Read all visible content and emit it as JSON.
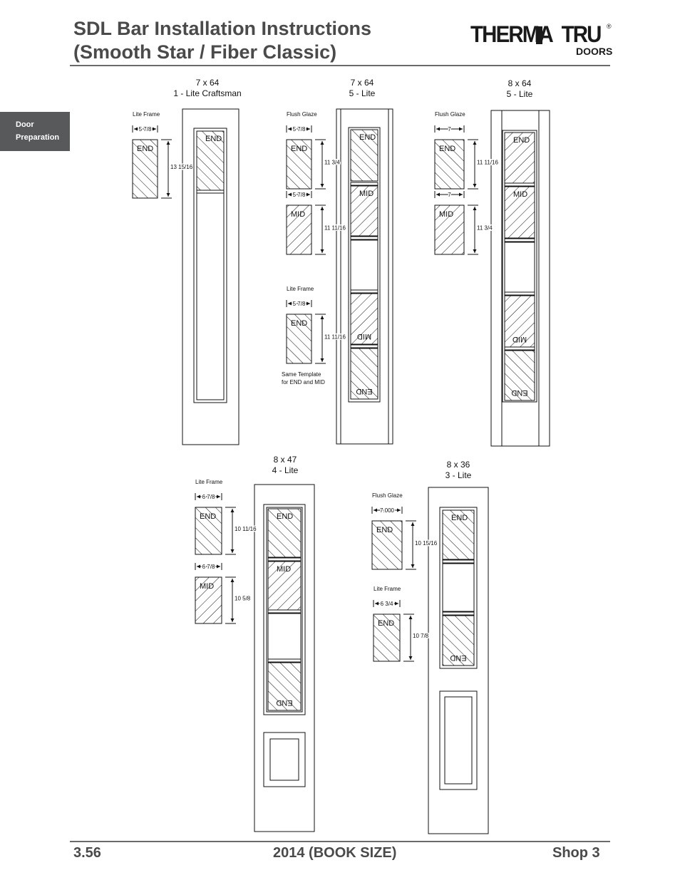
{
  "header": {
    "title_line1": "SDL Bar Installation Instructions",
    "title_line2": "(Smooth Star / Fiber Classic)",
    "logo_text": "THERMA TRU",
    "logo_sub": "DOORS",
    "logo_registered": "®"
  },
  "side_tab": {
    "line1": "Door",
    "line2": "Preparation"
  },
  "doors": [
    {
      "title": "7 x 64",
      "subtitle": "1 - Lite Craftsman"
    },
    {
      "title": "7 x 64",
      "subtitle": "5 - Lite"
    },
    {
      "title": "8 x 64",
      "subtitle": "5 - Lite"
    },
    {
      "title": "8 x 47",
      "subtitle": "4 - Lite"
    },
    {
      "title": "8 x 36",
      "subtitle": "3 - Lite"
    }
  ],
  "templates": {
    "lite_frame": "Lite Frame",
    "flush_glaze": "Flush Glaze",
    "same_template_1": "Same Template",
    "same_template_2": "for END and MID",
    "t1": {
      "width": "5 7/8",
      "height": "13 15/16",
      "label": "END"
    },
    "t2a": {
      "width": "5 7/8",
      "height": "11 3/4",
      "label": "END"
    },
    "t2b": {
      "width": "5 7/8",
      "height": "11 11/16",
      "label": "MID"
    },
    "t2c": {
      "width": "5 7/8",
      "height": "11 11/16",
      "label": "END"
    },
    "t3a": {
      "width": "7",
      "height": "11 11/16",
      "label": "END"
    },
    "t3b": {
      "width": "7",
      "height": "11 3/4",
      "label": "MID"
    },
    "t4a": {
      "width": "6 7/8",
      "height": "10 11/16",
      "label": "END"
    },
    "t4b": {
      "width": "6 7/8",
      "height": "10 5/8",
      "label": "MID"
    },
    "t5a": {
      "width": "7.000",
      "height": "10 15/16",
      "label": "END"
    },
    "t5b": {
      "width": "6 3/4",
      "height": "10 7/8",
      "label": "END"
    }
  },
  "glass_labels": {
    "end": "END",
    "mid": "MID"
  },
  "footer": {
    "page": "3.56",
    "center": "2014 (BOOK SIZE)",
    "right": "Shop 3"
  }
}
